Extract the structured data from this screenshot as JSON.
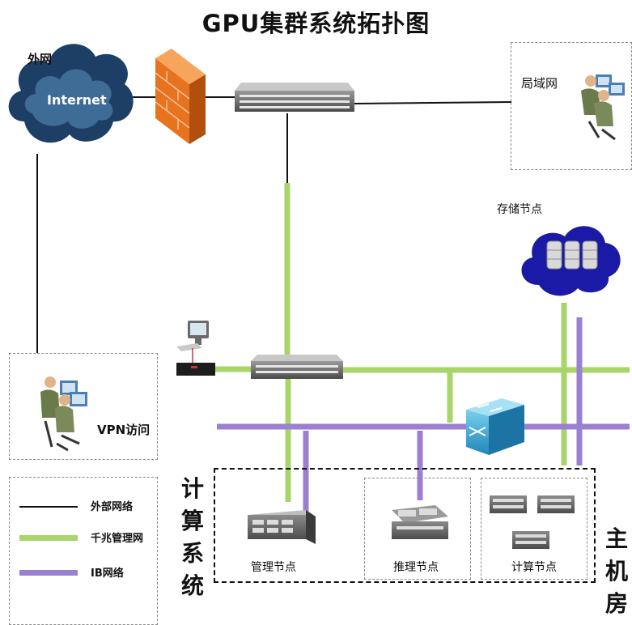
{
  "title": "GPU集群系统拓扑图",
  "labels": {
    "external": "外网",
    "internet": "Internet",
    "lan": "局域网",
    "storage": "存储节点",
    "vpn": "VPN访问",
    "compute_system": "计算系统",
    "machine_room": "主机房",
    "mgmt_node": "管理节点",
    "infer_node": "推理节点",
    "compute_node": "计算节点"
  },
  "legend": [
    {
      "label": "外部网络",
      "color": "#111111"
    },
    {
      "label": "千兆管理网",
      "color": "#a9d46a"
    },
    {
      "label": "IB网络",
      "color": "#9b7fd0"
    }
  ],
  "colors": {
    "external": "#111111",
    "gigabit": "#a9d46a",
    "ib": "#9b7fd0",
    "cloud": "#1d3f66",
    "storage_bg": "#ccecf1",
    "firewall": "#e8731f"
  }
}
